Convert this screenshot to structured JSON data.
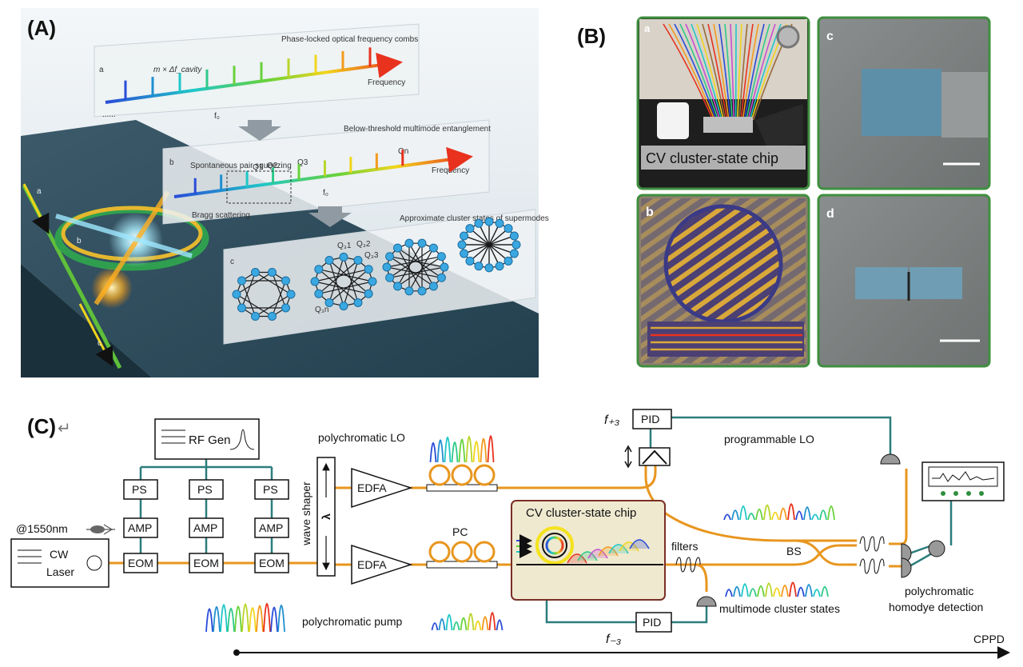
{
  "panels": {
    "a": "(A)",
    "b": "(B)",
    "c": "(C)"
  },
  "panel_a": {
    "sheet_a": {
      "tag": "a",
      "title": "Phase-locked optical frequency combs",
      "spacing": "m × Δf_cavity",
      "f0": "f₀",
      "freq": "Frequency",
      "dots": "......"
    },
    "sheet_b": {
      "tag": "b",
      "title": "Below-threshold multimode entanglement",
      "spont": "Spontaneous pair squeezing",
      "q1": "Q1",
      "q2": "Q2",
      "q3": "Q3",
      "qn": "Qn",
      "bragg": "Bragg scattering",
      "f0": "f₀",
      "freq": "Frequency"
    },
    "sheet_c": {
      "tag": "c",
      "title": "Approximate cluster states of supermodes",
      "q31": "Q₃1",
      "q32": "Q₃2",
      "q33": "Q₃3",
      "q3n": "Q₃n"
    },
    "chip": {
      "a": "a",
      "b": "b",
      "c": "c"
    }
  },
  "panel_b": {
    "a": {
      "tag": "a",
      "label": "CV cluster-state chip"
    },
    "b": {
      "tag": "b"
    },
    "c": {
      "tag": "c"
    },
    "d": {
      "tag": "d"
    }
  },
  "panel_c": {
    "laser_wavelength": "@1550nm",
    "cw_laser_l1": "CW",
    "cw_laser_l2": "Laser",
    "rf_gen": "RF Gen",
    "ps": [
      "PS",
      "PS",
      "PS"
    ],
    "amp": [
      "AMP",
      "AMP",
      "AMP"
    ],
    "eom": [
      "EOM",
      "EOM",
      "EOM"
    ],
    "wave_shaper": "wave shaper",
    "lambda": "λ",
    "edfa_top": "EDFA",
    "edfa_bottom": "EDFA",
    "polychromatic_lo": "polychromatic LO",
    "pc": "PC",
    "polychromatic_pump": "polychromatic pump",
    "chip_title": "CV cluster-state chip",
    "filters": "filters",
    "pid_top": "PID",
    "pid_bottom": "PID",
    "f_plus": "f₊₃",
    "f_minus": "f₋₃",
    "programmable_lo": "programmable LO",
    "bs": "BS",
    "multimode": "multimode cluster states",
    "detection_l1": "polychromatic",
    "detection_l2": "homodye detection",
    "cppd": "CPPD"
  },
  "colors": {
    "fiber_orange": "#e8961e",
    "cable_teal": "#2c7d7d",
    "chip_border": "#7a2f25",
    "chip_fill": "#efe9d0",
    "panel_b_border": "#3f8f3f"
  }
}
